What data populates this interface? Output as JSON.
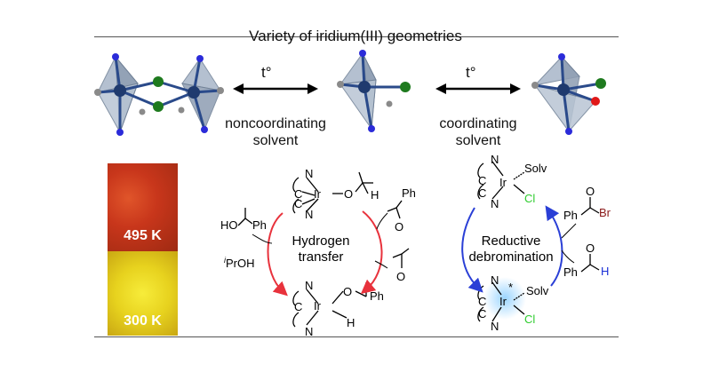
{
  "header": {
    "title": "Variety of iridium(III) geometries"
  },
  "conditions": {
    "left_label": "t°",
    "right_label": "t°",
    "left_solvent_line1": "noncoordinating",
    "left_solvent_line2": "solvent",
    "right_solvent_line1": "coordinating",
    "right_solvent_line2": "solvent"
  },
  "photos": {
    "top_temp": "495 K",
    "bottom_temp": "300 K",
    "top_color": "#c8361b",
    "bottom_color": "#e7d21e"
  },
  "hydrogen_cycle": {
    "center_line1": "Hydrogen",
    "center_line2": "transfer",
    "metal": "Ir",
    "ligand_N": "N",
    "ligand_C": "C",
    "top_O": "O",
    "top_H": "H",
    "bottom_O": "O",
    "bottom_H": "H",
    "bottom_Ph": "Ph",
    "left_HO": "HO",
    "left_Ph": "Ph",
    "iPrOH_sup": "i",
    "iPrOH": "PrOH",
    "right_Ph": "Ph",
    "right_O1": "O",
    "right_O2": "O",
    "arrow_color": "#e8323c"
  },
  "debromination_cycle": {
    "center_line1": "Reductive",
    "center_line2": "debromination",
    "metal": "Ir",
    "ligand_N": "N",
    "ligand_C": "C",
    "solv_top": "Solv",
    "cl_top": "Cl",
    "solv_bottom": "Solv",
    "cl_bottom": "Cl",
    "excited": "*",
    "sub_Ph": "Ph",
    "sub_O": "O",
    "sub_Br": "Br",
    "prod_Ph": "Ph",
    "prod_O": "O",
    "prod_H": "H",
    "arrow_color": "#2a3fd6",
    "cl_color": "#2fcc2f",
    "br_color": "#8b1a1a",
    "h_color": "#1a2fd6"
  },
  "structures": {
    "metal_color": "#1f3a6e",
    "halide_color": "#1e7a1e",
    "n_color": "#2b2bd9",
    "c_color": "#8a8a8a",
    "o_color": "#e01818",
    "poly_color": "#a8b6c8"
  }
}
